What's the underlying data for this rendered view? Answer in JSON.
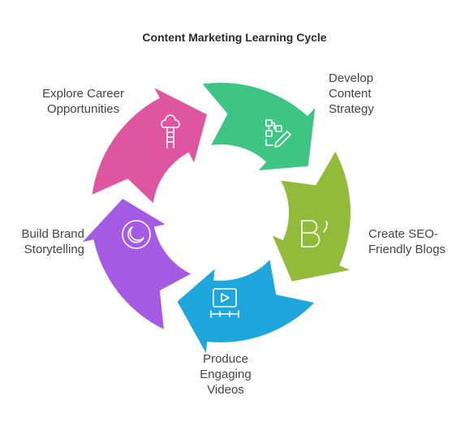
{
  "title": "Content Marketing Learning Cycle",
  "steps": [
    {
      "id": "strategy",
      "lines": [
        "Develop",
        "Content",
        "Strategy"
      ],
      "color": "#3ec583",
      "icon": "flowchart-edit-icon"
    },
    {
      "id": "seo",
      "lines": [
        "Create SEO-",
        "Friendly Blogs"
      ],
      "color": "#93bb3b",
      "icon": "blog-b-icon"
    },
    {
      "id": "videos",
      "lines": [
        "Produce",
        "Engaging",
        "Videos"
      ],
      "color": "#1fa6dc",
      "icon": "video-play-icon"
    },
    {
      "id": "brand",
      "lines": [
        "Build Brand",
        "Storytelling"
      ],
      "color": "#a45ae2",
      "icon": "moon-storytelling-icon"
    },
    {
      "id": "career",
      "lines": [
        "Explore Career",
        "Opportunities"
      ],
      "color": "#dd569f",
      "icon": "career-ladder-icon"
    }
  ]
}
